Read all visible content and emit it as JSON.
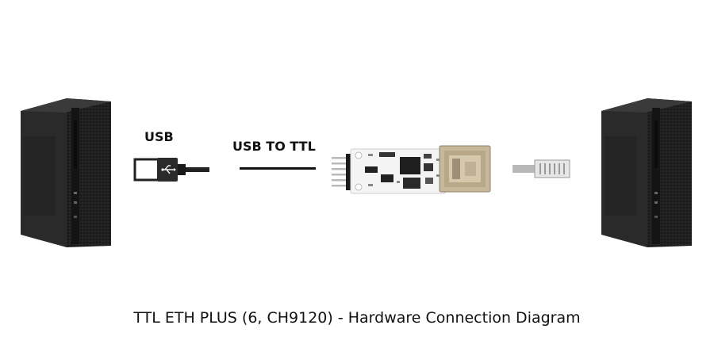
{
  "labels": {
    "usb": "USB",
    "usb_to_ttl": "USB TO TTL"
  },
  "caption": "TTL ETH PLUS (6, CH9120) - Hardware Connection Diagram",
  "icons": {
    "left_pc": "desktop-pc-icon",
    "usb_plug": "usb-plug-icon",
    "module": "ttl-eth-module",
    "ethernet_plug": "ethernet-plug-icon",
    "right_pc": "desktop-pc-icon"
  },
  "colors": {
    "pc_body": "#1c1c1c",
    "pc_front": "#2b2b2b",
    "board": "#f4f4f4",
    "rj45_metal": "#c8b89a",
    "text": "#111111"
  }
}
